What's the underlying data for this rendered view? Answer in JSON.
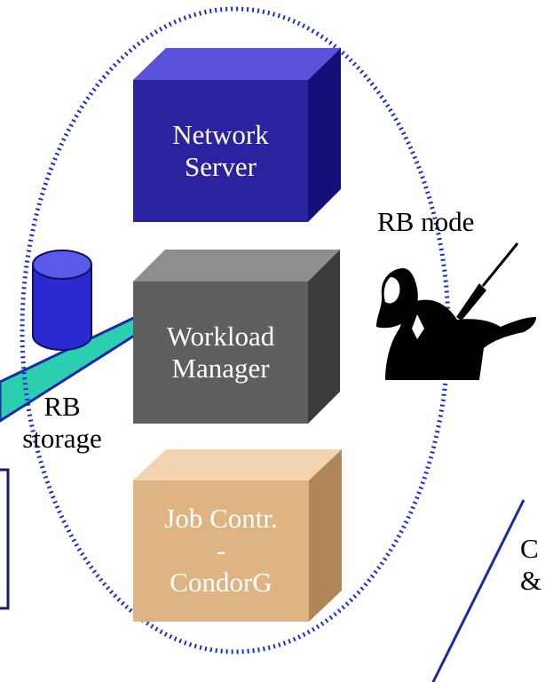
{
  "node_label": "RB node",
  "boxes": {
    "network_server": {
      "line1": "Network",
      "line2": "Server",
      "color": "#2b22a0"
    },
    "workload_manager": {
      "line1": "Workload",
      "line2": "Manager",
      "color": "#5f5f5f"
    },
    "job_controller": {
      "line1": "Job Contr.",
      "line2": "-",
      "line3": "CondorG",
      "color": "#deb483"
    }
  },
  "storage": {
    "line1": "RB",
    "line2": "storage",
    "color": "#2a2ad2"
  },
  "cut_text": {
    "line1": "C",
    "line2": "&"
  },
  "colors": {
    "ellipse_dots": "#1a2bd6",
    "beam": "#2bcfb0",
    "beam_edge": "#1a2aa6"
  }
}
